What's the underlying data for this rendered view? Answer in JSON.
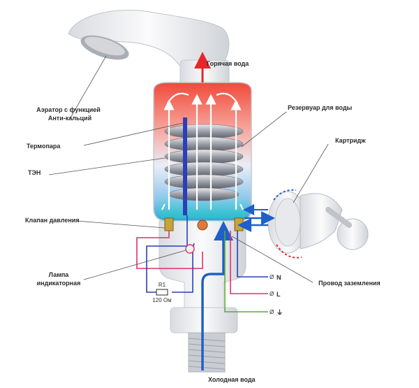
{
  "labels": {
    "hot_water": "Горячая вода",
    "aerator_line1": "Аэратор с функцией",
    "aerator_line2": "Анти-кальций",
    "reservoir": "Резервуар для воды",
    "thermocouple": "Термопара",
    "cartridge": "Картридж",
    "heater": "ТЭН",
    "pressure_valve": "Клапан давления",
    "lamp_line1": "Лампа",
    "lamp_line2": "индикаторная",
    "ground_wire": "Провод заземления",
    "cold_water": "Холодная вода",
    "resistor_name": "R1",
    "resistor_value": "120 Ом",
    "terminal_n": "N",
    "terminal_l": "L",
    "terminal_ground": "⏚",
    "terminal_symbol": "Ø"
  },
  "colors": {
    "hot": "#e8262a",
    "cold": "#1f5fc8",
    "neutral_wire": "#2a3fb8",
    "live_wire": "#e0306b",
    "ground_wire": "#5aaa3a",
    "teal": "#1db5b5",
    "label": "#2a2a2a"
  }
}
